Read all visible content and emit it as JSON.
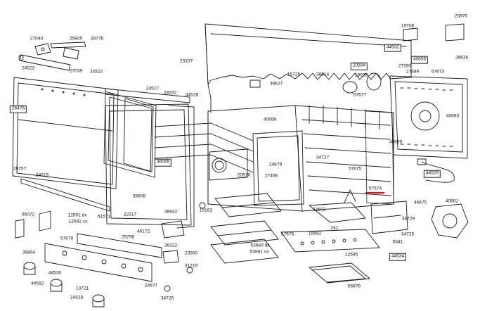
{
  "diagram": {
    "labels": {
      "p27040": "27040",
      "p25805": "25805",
      "p28776": "28776",
      "p24523": "24523",
      "p27039": "27039",
      "p24522": "24522",
      "p26476": "26476",
      "p24517": "24517",
      "p24532": "24532",
      "p44528": "44528",
      "p23107": "23107",
      "p15725": "15725",
      "p36627": "36627",
      "p36614": "36614",
      "p20594": "20594",
      "p18939": "18939",
      "p57677": "57677",
      "p19708": "19708",
      "p20870": "20870",
      "p44532": "44532",
      "p40655": "40655",
      "p27390": "27390",
      "p27389": "27389",
      "p57673": "57673",
      "p28636": "28636",
      "p40663": "40663",
      "p40656": "40656",
      "p36065": "36065",
      "p34727": "34727",
      "p45699": "45699",
      "p24679": "24679",
      "p27456": "27456",
      "p20516": "20516",
      "p57675": "57675",
      "p44529": "44529",
      "p29757": "29757",
      "p24515": "24515",
      "p35608": "35608",
      "p57674": "57674",
      "p44675": "44675",
      "p40661": "40661",
      "p19162": "19162",
      "p22602": "22602",
      "p34729": "34729",
      "p36072": "36072",
      "p12591": "12591 dx",
      "p12592": "12592 sx",
      "p51571": "51571",
      "p22317": "22317",
      "p38642": "38642",
      "p241": "241",
      "p34725": "34725",
      "p15692": "15692",
      "p57676": "57676",
      "p5841": "5841",
      "p25798": "25798",
      "p46172": "46172",
      "p57679": "57679",
      "p36322": "36322",
      "p23560": "23560",
      "p53680": "53680 dx",
      "p53681": "53681 sx",
      "p44534": "44534",
      "p12595": "12595",
      "p39894": "39894",
      "p31219": "31219",
      "p44530": "44530",
      "p44562": "44562",
      "p24677": "24677",
      "p13721": "13721",
      "p24528": "24528",
      "p34726": "34726",
      "p56876": "56876"
    }
  }
}
